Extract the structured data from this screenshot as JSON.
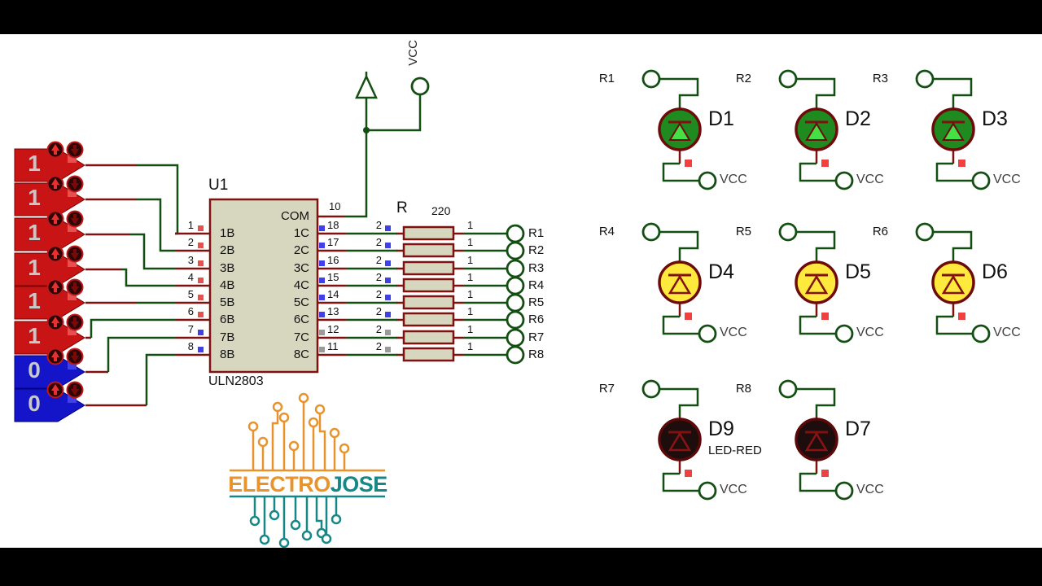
{
  "colors": {
    "wire_green": "#134f13",
    "maroon": "#7f1111",
    "maroon_dark": "#6d0b0b",
    "beige": "#d7d7bf",
    "logic_red": "#c81414",
    "logic_blue": "#1414c8",
    "state_text": "#c8c8c8",
    "sq_red": "#e85050",
    "sq_blue": "#4040e8",
    "sq_gray": "#9a9a9a",
    "led_green": "#1f8a1f",
    "led_tri": "#44e044",
    "led_yellow": "#ffe93c",
    "led_off": "#1d0d0d",
    "ind_red": "#f04040",
    "logo_orange": "#e8932c",
    "logo_teal": "#158787"
  },
  "inputs": {
    "states": [
      "1",
      "1",
      "1",
      "1",
      "1",
      "1",
      "0",
      "0"
    ]
  },
  "power": {
    "vcc": "VCC",
    "com_pin": "10"
  },
  "ic": {
    "ref": "U1",
    "part": "ULN2803",
    "com_label": "COM",
    "rows": [
      {
        "pin": "1",
        "in": "1B",
        "out": "1C",
        "out_pin": "18",
        "r_in": "2",
        "r_out": "1",
        "net": "R1"
      },
      {
        "pin": "2",
        "in": "2B",
        "out": "2C",
        "out_pin": "17",
        "r_in": "2",
        "r_out": "1",
        "net": "R2"
      },
      {
        "pin": "3",
        "in": "3B",
        "out": "3C",
        "out_pin": "16",
        "r_in": "2",
        "r_out": "1",
        "net": "R3"
      },
      {
        "pin": "4",
        "in": "4B",
        "out": "4C",
        "out_pin": "15",
        "r_in": "2",
        "r_out": "1",
        "net": "R4"
      },
      {
        "pin": "5",
        "in": "5B",
        "out": "5C",
        "out_pin": "14",
        "r_in": "2",
        "r_out": "1",
        "net": "R5"
      },
      {
        "pin": "6",
        "in": "6B",
        "out": "6C",
        "out_pin": "13",
        "r_in": "2",
        "r_out": "1",
        "net": "R6"
      },
      {
        "pin": "7",
        "in": "7B",
        "out": "7C",
        "out_pin": "12",
        "r_in": "2",
        "r_out": "1",
        "net": "R7"
      },
      {
        "pin": "8",
        "in": "8B",
        "out": "8C",
        "out_pin": "11",
        "r_in": "2",
        "r_out": "1",
        "net": "R8"
      }
    ]
  },
  "rpack": {
    "ref": "R",
    "value": "220"
  },
  "leds": {
    "cells": [
      {
        "net": "R1",
        "ref": "D1",
        "vcc": "VCC"
      },
      {
        "net": "R2",
        "ref": "D2",
        "vcc": "VCC"
      },
      {
        "net": "R3",
        "ref": "D3",
        "vcc": "VCC"
      },
      {
        "net": "R4",
        "ref": "D4",
        "vcc": "VCC"
      },
      {
        "net": "R5",
        "ref": "D5",
        "vcc": "VCC"
      },
      {
        "net": "R6",
        "ref": "D6",
        "vcc": "VCC"
      },
      {
        "net": "R7",
        "ref": "D9",
        "sub": "LED-RED",
        "vcc": "VCC"
      },
      {
        "net": "R8",
        "ref": "D7",
        "vcc": "VCC"
      }
    ]
  },
  "logo": {
    "word1": "ELECTRO",
    "word2": "JOSE"
  }
}
